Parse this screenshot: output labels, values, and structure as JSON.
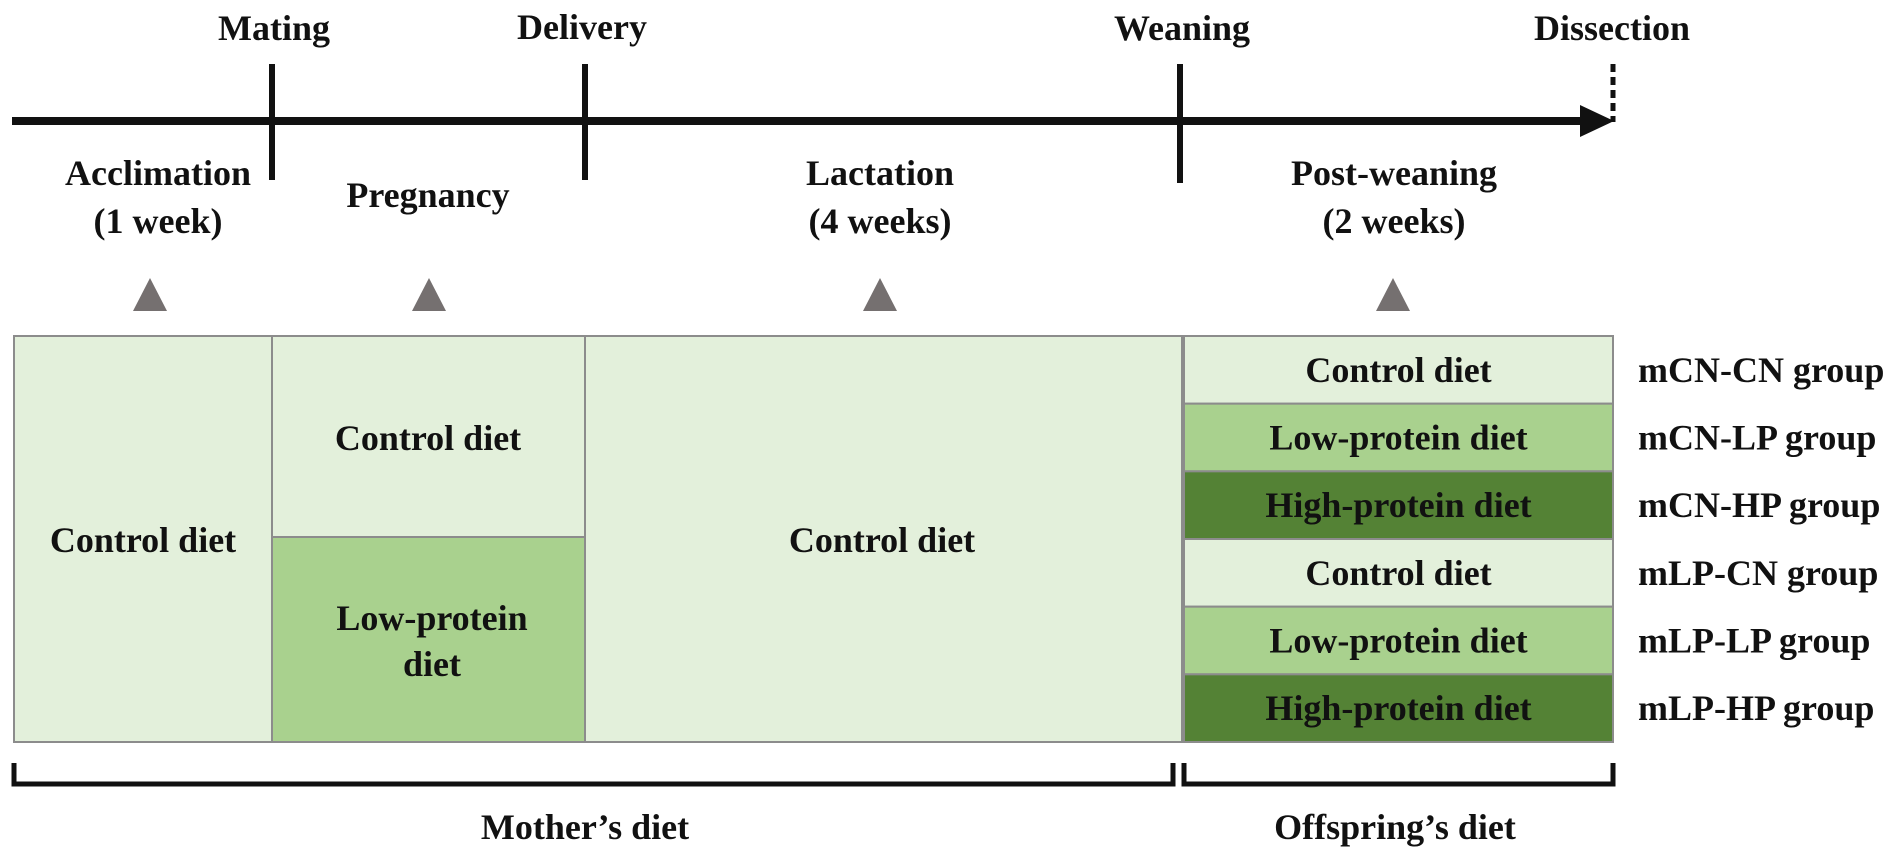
{
  "colors": {
    "control": "#e3f0db",
    "low_protein": "#a9d18e",
    "high_protein": "#548235",
    "border": "#8c8c8c",
    "arrow": "#111111",
    "marker": "#757070"
  },
  "timeline": {
    "events": {
      "mating": "Mating",
      "delivery": "Delivery",
      "weaning": "Weaning",
      "dissection": "Dissection"
    },
    "periods": {
      "acclimation": {
        "name": "Acclimation",
        "duration": "(1 week)"
      },
      "pregnancy": {
        "name": "Pregnancy",
        "duration": ""
      },
      "lactation": {
        "name": "Lactation",
        "duration": "(4 weeks)"
      },
      "post_weaning": {
        "name": "Post-weaning",
        "duration": "(2 weeks)"
      }
    }
  },
  "mother": {
    "acclimation_diet": "Control diet",
    "pregnancy_control": "Control diet",
    "pregnancy_low_protein_1": "Low-protein",
    "pregnancy_low_protein_2": "diet",
    "lactation_diet": "Control diet",
    "bracket_label": "Mother’s diet"
  },
  "offspring": {
    "bracket_label": "Offspring’s diet",
    "rows": [
      {
        "diet": "Control diet",
        "group": "mCN-CN group",
        "type": "control"
      },
      {
        "diet": "Low-protein diet",
        "group": "mCN-LP group",
        "type": "low_protein"
      },
      {
        "diet": "High-protein diet",
        "group": "mCN-HP group",
        "type": "high_protein"
      },
      {
        "diet": "Control diet",
        "group": "mLP-CN group",
        "type": "control"
      },
      {
        "diet": "Low-protein diet",
        "group": "mLP-LP group",
        "type": "low_protein"
      },
      {
        "diet": "High-protein diet",
        "group": "mLP-HP group",
        "type": "high_protein"
      }
    ]
  }
}
